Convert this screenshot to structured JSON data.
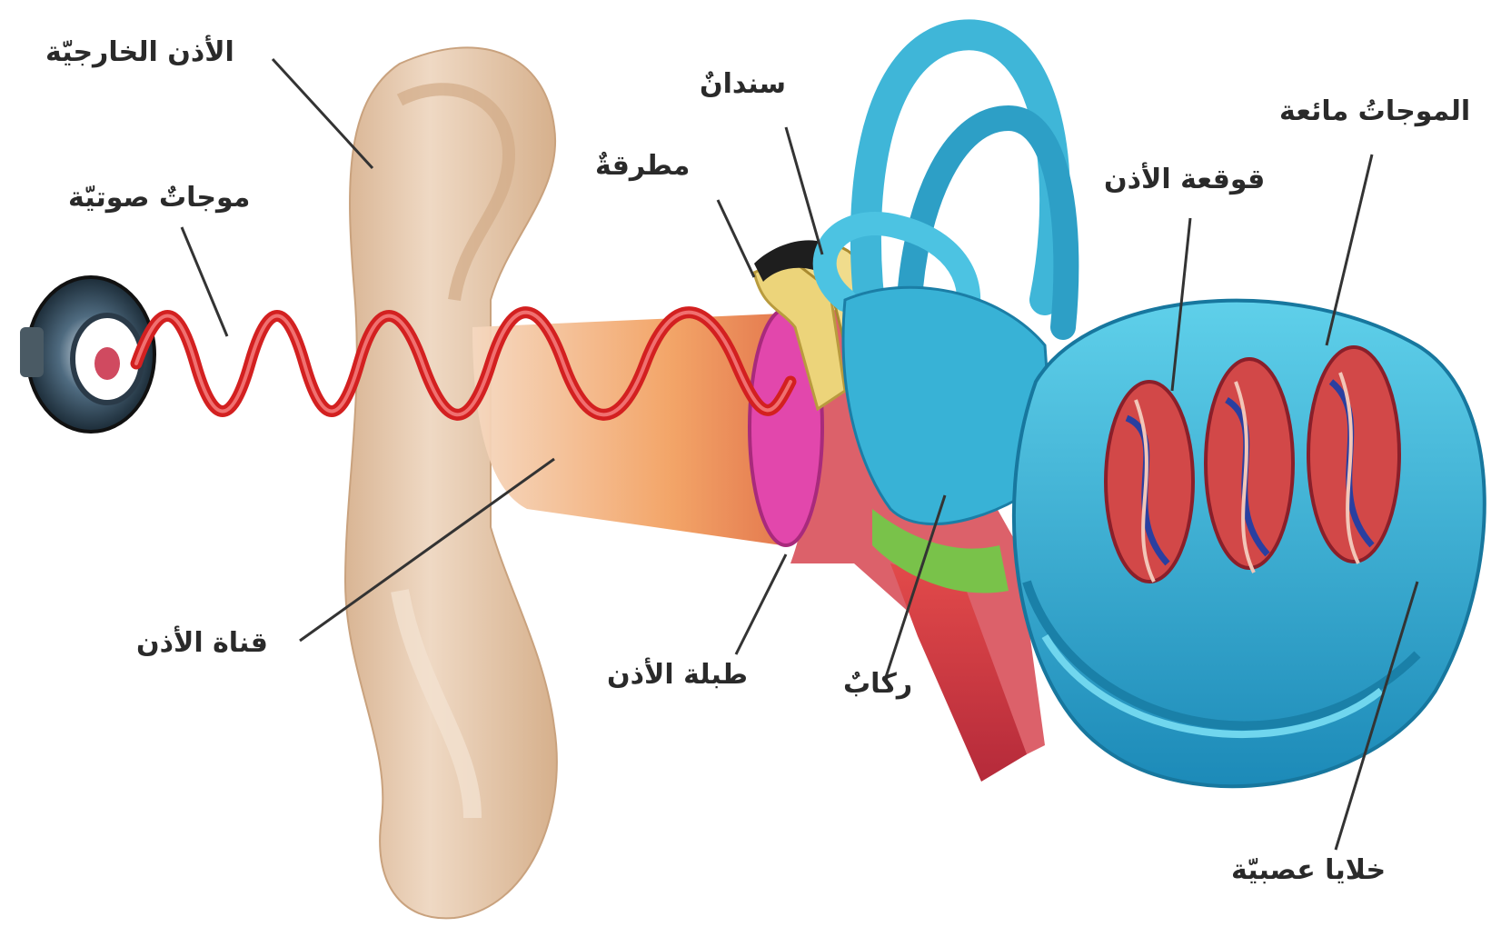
{
  "labels": {
    "outer_ear": "الأذن الخارجيّة",
    "sound_waves": "موجاتٌ صوتيّة",
    "ear_canal": "قناة الأذن",
    "anvil": "سندانٌ",
    "hammer": "مطرقةٌ",
    "eardrum": "طبلة الأذن",
    "stirrup": "ركابٌ",
    "cochlea": "قوقعة الأذن",
    "fluid_waves": "الموجاتُ مائعة",
    "nerve_cells": "خلايا عصبيّة"
  },
  "colors": {
    "skin": "#e8cdb4",
    "sound_wave": "#d62020",
    "eardrum": "#e040a8",
    "ossicles": "#e8d070",
    "inner_ear": "#35b0d5",
    "leader_line": "#333333"
  }
}
